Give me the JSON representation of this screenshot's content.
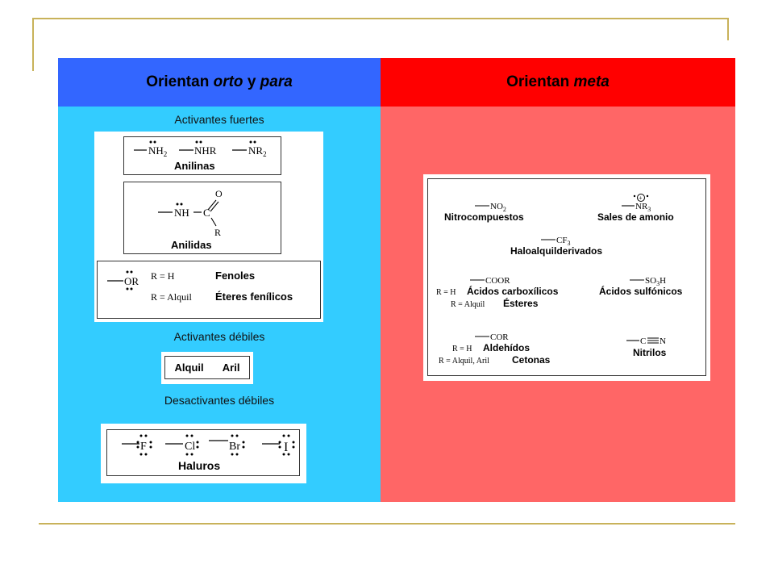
{
  "headers": {
    "left": {
      "prefix": "Orientan ",
      "italic1": "orto",
      "mid": " y ",
      "italic2": "para"
    },
    "right": {
      "prefix": "Orientan ",
      "italic": "meta"
    }
  },
  "left": {
    "strong_title": "Activantes fuertes",
    "weak_title": "Activantes débiles",
    "deact_title": "Desactivantes débiles",
    "anilines": {
      "g1": "NH",
      "g1sub": "2",
      "g2": "NHR",
      "g3": "NR",
      "g3sub": "2",
      "label": "Anilinas"
    },
    "anilides": {
      "o": "O",
      "nh": "NH",
      "c": "C",
      "r": "R",
      "label": "Anilidas"
    },
    "phenols": {
      "or": "OR",
      "rh": "R = H",
      "ralq": "R = Alquil",
      "fen": "Fenoles",
      "eter": "Éteres fenílicos"
    },
    "weak": {
      "alquil": "Alquil",
      "aril": "Aril"
    },
    "halides": {
      "f": "F",
      "cl": "Cl",
      "br": "Br",
      "i": "I",
      "label": "Haluros"
    }
  },
  "right": {
    "nitro": {
      "formula": "NO",
      "sub": "2",
      "label": "Nitrocompuestos"
    },
    "ammonium": {
      "formula": "NR",
      "sub": "3",
      "charge": "+",
      "label": "Sales de amonio"
    },
    "cf3": {
      "formula": "CF",
      "sub": "3",
      "label": "Haloalquilderivados"
    },
    "coor": {
      "formula": "COOR",
      "rh": "R = H",
      "acid": "Ácidos carboxílicos",
      "ralq": "R = Alquil",
      "ester": "Ésteres"
    },
    "so3h": {
      "formula": "SO",
      "sub": "3",
      "h": "H",
      "label": "Ácidos sulfónicos"
    },
    "cor": {
      "formula": "COR",
      "rh": "R = H",
      "ald": "Aldehídos",
      "ralq": "R = Alquil, Aril",
      "ket": "Cetonas"
    },
    "nitrile": {
      "formula": "C",
      "n": "N",
      "label": "Nitrilos"
    }
  }
}
